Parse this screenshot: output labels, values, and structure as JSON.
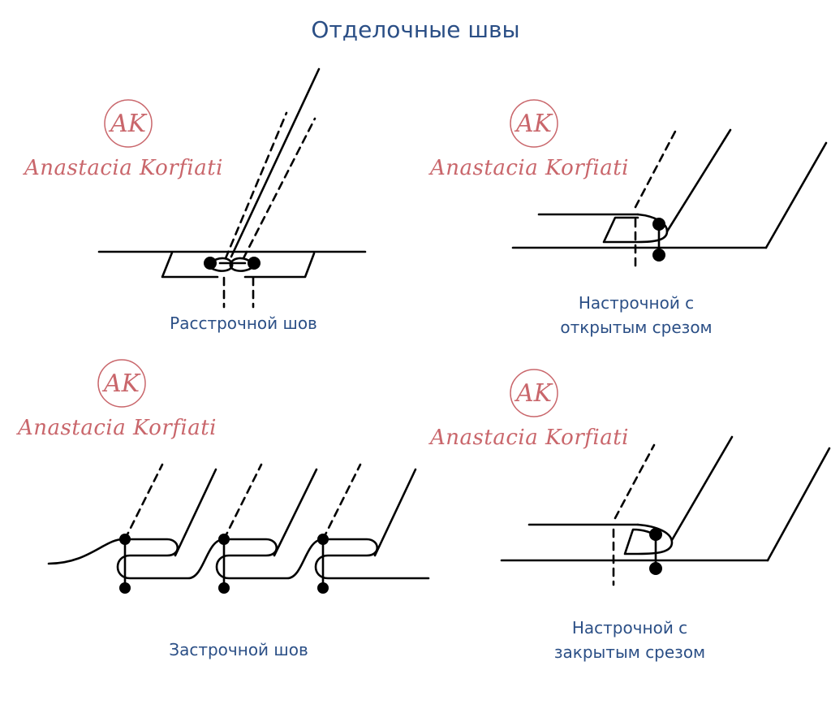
{
  "title": "Отделочные швы",
  "watermark": {
    "text": "Anastacia Korfiati",
    "monogram": "AK",
    "color": "#c9666b"
  },
  "panels": [
    {
      "caption_lines": [
        "Расстрочной шов"
      ]
    },
    {
      "caption_lines": [
        "Настрочной с",
        "открытым срезом"
      ]
    },
    {
      "caption_lines": [
        "Застрочной шов"
      ]
    },
    {
      "caption_lines": [
        "Настрочной с",
        "закрытым срезом"
      ]
    }
  ],
  "colors": {
    "title": "#2b4f86",
    "caption": "#2b4f86",
    "line": "#000000"
  }
}
